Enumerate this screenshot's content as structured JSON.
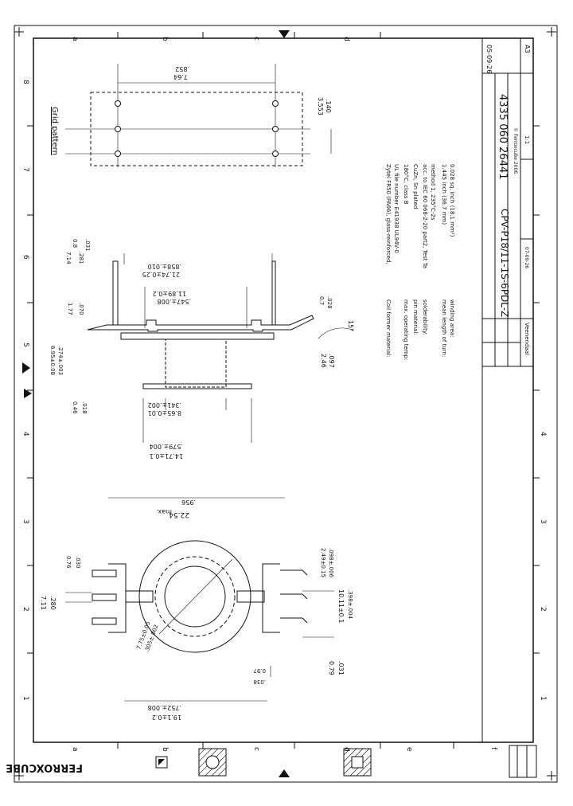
{
  "brand": {
    "name": "FERROXCUBE"
  },
  "grid_letters": [
    "a",
    "b",
    "c",
    "d",
    "e",
    "f"
  ],
  "grid_numbers": [
    "1",
    "2",
    "3",
    "4",
    "5",
    "6",
    "7",
    "8"
  ],
  "title_block": {
    "product": "CPV-P18/11-1S-6PDL-Z",
    "code": "4335 060 26441",
    "date": "05-09-26",
    "size": "A3",
    "location": "Veenendaal",
    "scale": "1:1",
    "revision_date": "07-09-26",
    "copyright": "© Ferroxcube 2006"
  },
  "grid_pattern": {
    "label": "Grid pattern"
  },
  "notes": [
    {
      "label": "Coil former material:",
      "value": "Zytel FR50 (PA66), glass-reinforced,"
    },
    {
      "label": "",
      "value": "UL file number E41938    UL94V-0"
    },
    {
      "label": "max. operating temp:",
      "value": "180°C, class B"
    },
    {
      "label": "pin material:",
      "value": "CuZn, Sn plated"
    },
    {
      "label": "solderability:",
      "value": "acc. to IEC 60 068-2-20 part2, Test Ta"
    },
    {
      "label": "",
      "value": "method 1, 235°C-2s"
    },
    {
      "label": "mean length of turn:",
      "value": "1.445 inch (36.7 mm)"
    },
    {
      "label": "winding area:",
      "value": "0.028 sq. inch (18.1 mm²)"
    }
  ],
  "dimensions": {
    "grid_top": "7.64",
    "grid_top_in": ".852",
    "grid_pitch": "3.553",
    "grid_pitch_in": ".140",
    "side_width_outer": "11.89±0.2",
    "side_width_outer_in": ".547±.008",
    "side_width_inner": "21.74±0.25",
    "side_width_inner_in": ".858±.010",
    "pin_height": "7.14",
    "pin_height_in": ".281",
    "pin_tol": "0.8",
    "pin_tol_in": ".031",
    "flange_h": "1.77",
    "flange_h_in": ".070",
    "body_height": "6.95±0.08",
    "body_height_in": ".274±.003",
    "base_h": "0.46",
    "base_h_in": ".018",
    "slope_thk": "0.7",
    "slope_thk_in": ".028",
    "angle": "15°",
    "lead_w": "2.46",
    "lead_w_in": ".097",
    "inner_dia": "8.65±0.01",
    "inner_dia_in": ".341±.002",
    "outer_dia": "14.71±0.1",
    "outer_dia_in": ".579±.004",
    "max_len": "22.54",
    "max_len_in": ".956",
    "max_label": "max.",
    "pin_w": "0.76",
    "pin_w_in": ".030",
    "pin_span": "7.11",
    "pin_span_in": ".280",
    "core_h": "2.49±0.15",
    "core_h_in": ".098±.006",
    "ring_dia": "7.75±0.05",
    "ring_dia_in": ".305±.002",
    "base_dia": "19.1±0.2",
    "base_dia_in": ".752±.008",
    "right_dim": "10.11±0.1",
    "right_dim_in": ".398±.004",
    "small_dim": "0.79",
    "small_dim_in": ".031",
    "b_dim": "0.97",
    "b_dim_in": ".038"
  }
}
